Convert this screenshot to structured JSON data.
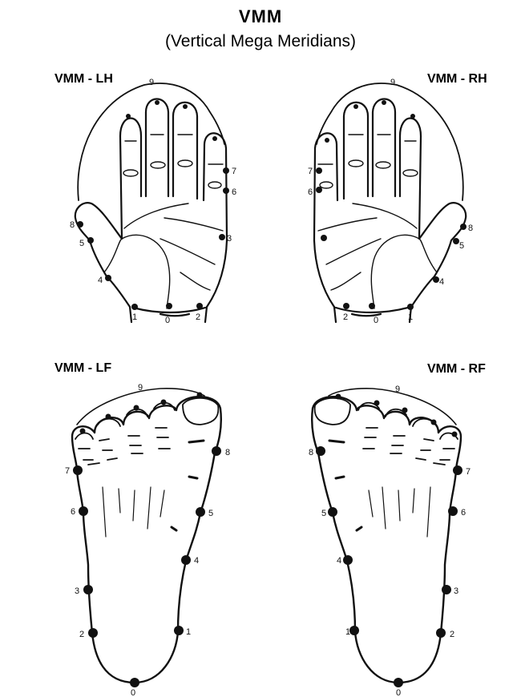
{
  "title": "VMM",
  "subtitle": "(Vertical Mega Meridians)",
  "panels": {
    "lh": "VMM - LH",
    "rh": "VMM - RH",
    "lf": "VMM - LF",
    "rf": "VMM - RF"
  },
  "points": {
    "p0": "0",
    "p1": "1",
    "p2": "2",
    "p3": "3",
    "p4": "4",
    "p5": "5",
    "p6": "6",
    "p7": "7",
    "p8": "8",
    "p9": "9"
  },
  "colors": {
    "ink": "#111111",
    "background": "#ffffff"
  }
}
